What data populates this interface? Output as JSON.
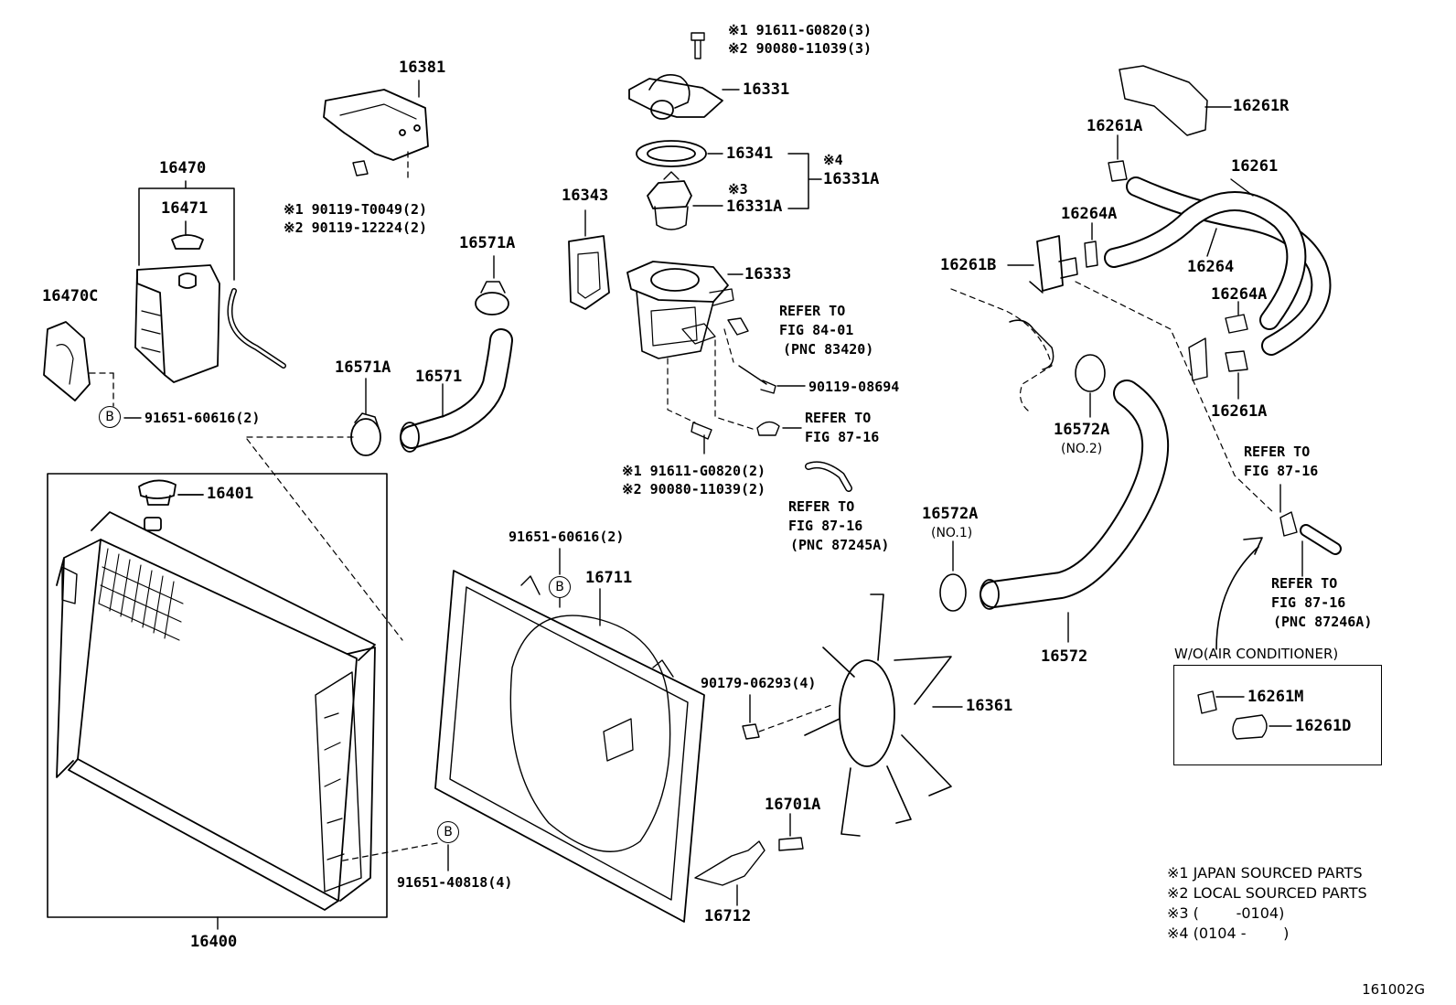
{
  "labels": {
    "p16381": "16381",
    "p16331": "16331",
    "bolt_top_1": "※1 91611-G0820(3)",
    "bolt_top_2": "※2 90080-11039(3)",
    "p16341": "16341",
    "star4": "※4",
    "p16331A_a": "16331A",
    "star3": "※3",
    "p16331A_b": "16331A",
    "p16343": "16343",
    "p16333": "16333",
    "p16470": "16470",
    "p16471": "16471",
    "p16470C": "16470C",
    "bolt_tank_1": "※1 90119-T0049(2)",
    "bolt_tank_2": "※2 90119-12224(2)",
    "p16571A_top": "16571A",
    "p16571A": "16571A",
    "p16571": "16571",
    "b_91651_60616_left": "91651-60616(2)",
    "b_letter_1": "B",
    "ref_84_01_1": "REFER TO",
    "ref_84_01_2": "FIG 84-01",
    "ref_84_01_3": "(PNC 83420)",
    "p90119_08694": "90119-08694",
    "ref_87_16_a1": "REFER TO",
    "ref_87_16_a2": "FIG 87-16",
    "bolt_mid_1": "※1 91611-G0820(2)",
    "bolt_mid_2": "※2 90080-11039(2)",
    "ref_87_16_b1": "REFER TO",
    "ref_87_16_b2": "FIG 87-16",
    "ref_87_16_b3": "(PNC 87245A)",
    "p16401": "16401",
    "b_91651_60616_mid": "91651-60616(2)",
    "b_letter_2": "B",
    "p16711": "16711",
    "p90179_06293": "90179-06293(4)",
    "p16361": "16361",
    "b_letter_3": "B",
    "b_91651_40818": "91651-40818(4)",
    "p16701A": "16701A",
    "p16712": "16712",
    "p16400": "16400",
    "p16261R": "16261R",
    "p16261A_top": "16261A",
    "p16261": "16261",
    "p16264A_top": "16264A",
    "p16261B": "16261B",
    "p16264": "16264",
    "p16264A": "16264A",
    "p16261A": "16261A",
    "p16572A_no2": "16572A",
    "no2": "(NO.2)",
    "ref_87_16_c1": "REFER TO",
    "ref_87_16_c2": "FIG 87-16",
    "p16572A_no1": "16572A",
    "no1": "(NO.1)",
    "ref_87_16_d1": "REFER TO",
    "ref_87_16_d2": "FIG 87-16",
    "ref_87_16_d3": "(PNC 87246A)",
    "p16572": "16572",
    "wo_ac": "W/O(AIR CONDITIONER)",
    "p16261M": "16261M",
    "p16261D": "16261D",
    "note1": "※1 JAPAN SOURCED PARTS",
    "note2": "※2 LOCAL SOURCED PARTS",
    "note3": "※3 (        -0104)",
    "note4": "※4 (0104 -        )",
    "figure_code": "161002G"
  }
}
